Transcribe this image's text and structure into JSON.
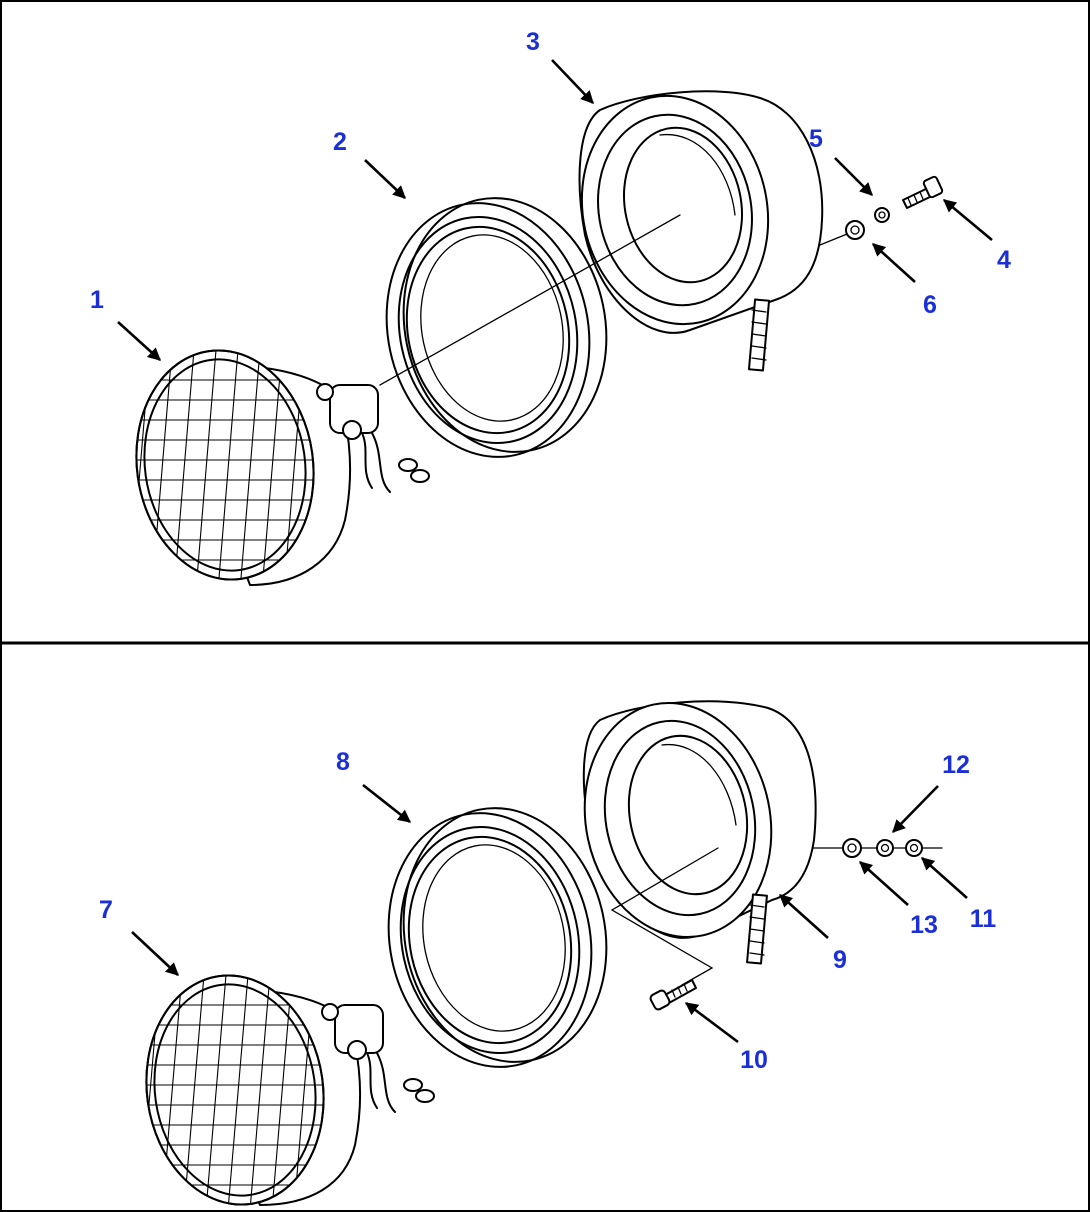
{
  "colors": {
    "callout": "#1a2fd8",
    "line": "#000000",
    "background": "#ffffff"
  },
  "callouts": {
    "c1": "1",
    "c2": "2",
    "c3": "3",
    "c4": "4",
    "c5": "5",
    "c6": "6",
    "c7": "7",
    "c8": "8",
    "c9": "9",
    "c10": "10",
    "c11": "11",
    "c12": "12",
    "c13": "13"
  }
}
